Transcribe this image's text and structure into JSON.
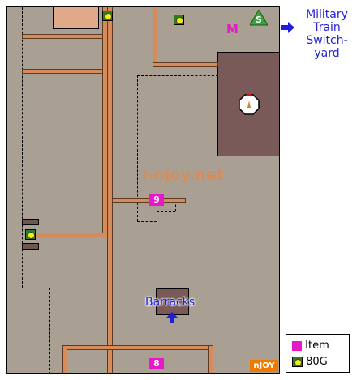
{
  "map": {
    "exit_label": "Military\nTrain\nSwitch-\nyard",
    "watermark": "i-njoy.net",
    "barracks_label": "Barracks",
    "marker_m": "M",
    "marker_s": "S",
    "item_numbers": [
      "9",
      "8"
    ],
    "badge": "nJOY"
  },
  "legend": {
    "item_label": "Item",
    "gold_label": "80G"
  },
  "colors": {
    "ground": "#aa9f93",
    "road": "#d68c5a",
    "building": "#7a5a58",
    "item": "#e619c9",
    "label_blue": "#1f1fd6"
  }
}
